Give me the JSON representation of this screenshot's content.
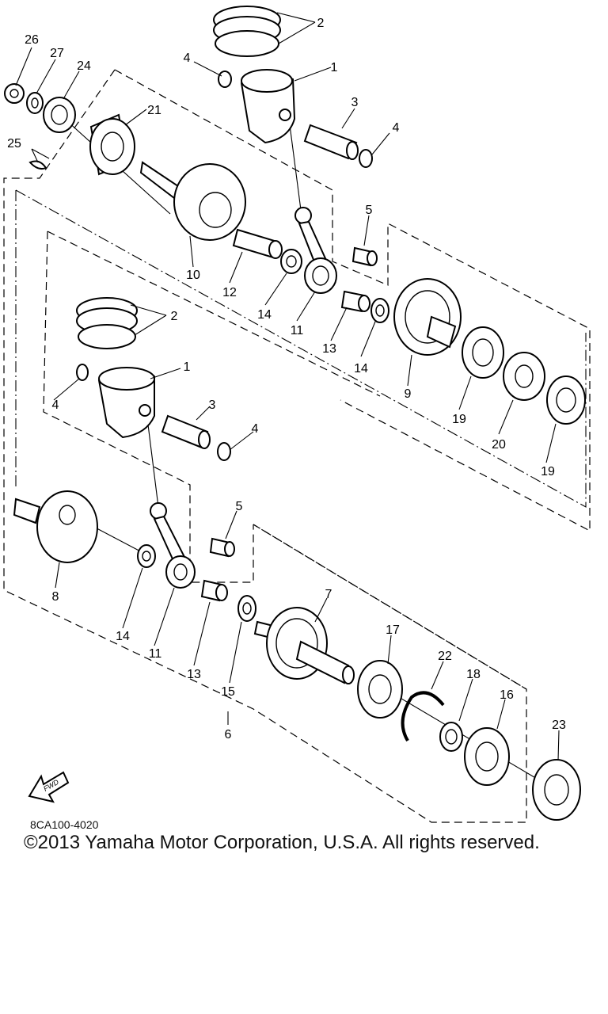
{
  "diagram": {
    "callouts": [
      "26",
      "27",
      "24",
      "21",
      "25",
      "4",
      "2",
      "1",
      "3",
      "4",
      "5",
      "10",
      "12",
      "14",
      "11",
      "13",
      "14",
      "9",
      "19",
      "20",
      "19",
      "2",
      "1",
      "4",
      "3",
      "4",
      "5",
      "8",
      "14",
      "11",
      "13",
      "15",
      "7",
      "17",
      "22",
      "18",
      "16",
      "23",
      "6"
    ],
    "fwd_label": "FWD",
    "drawing_code": "8CA100-4020"
  },
  "footer": {
    "copyright": "©2013 Yamaha Motor Corporation, U.S.A. All rights reserved."
  }
}
